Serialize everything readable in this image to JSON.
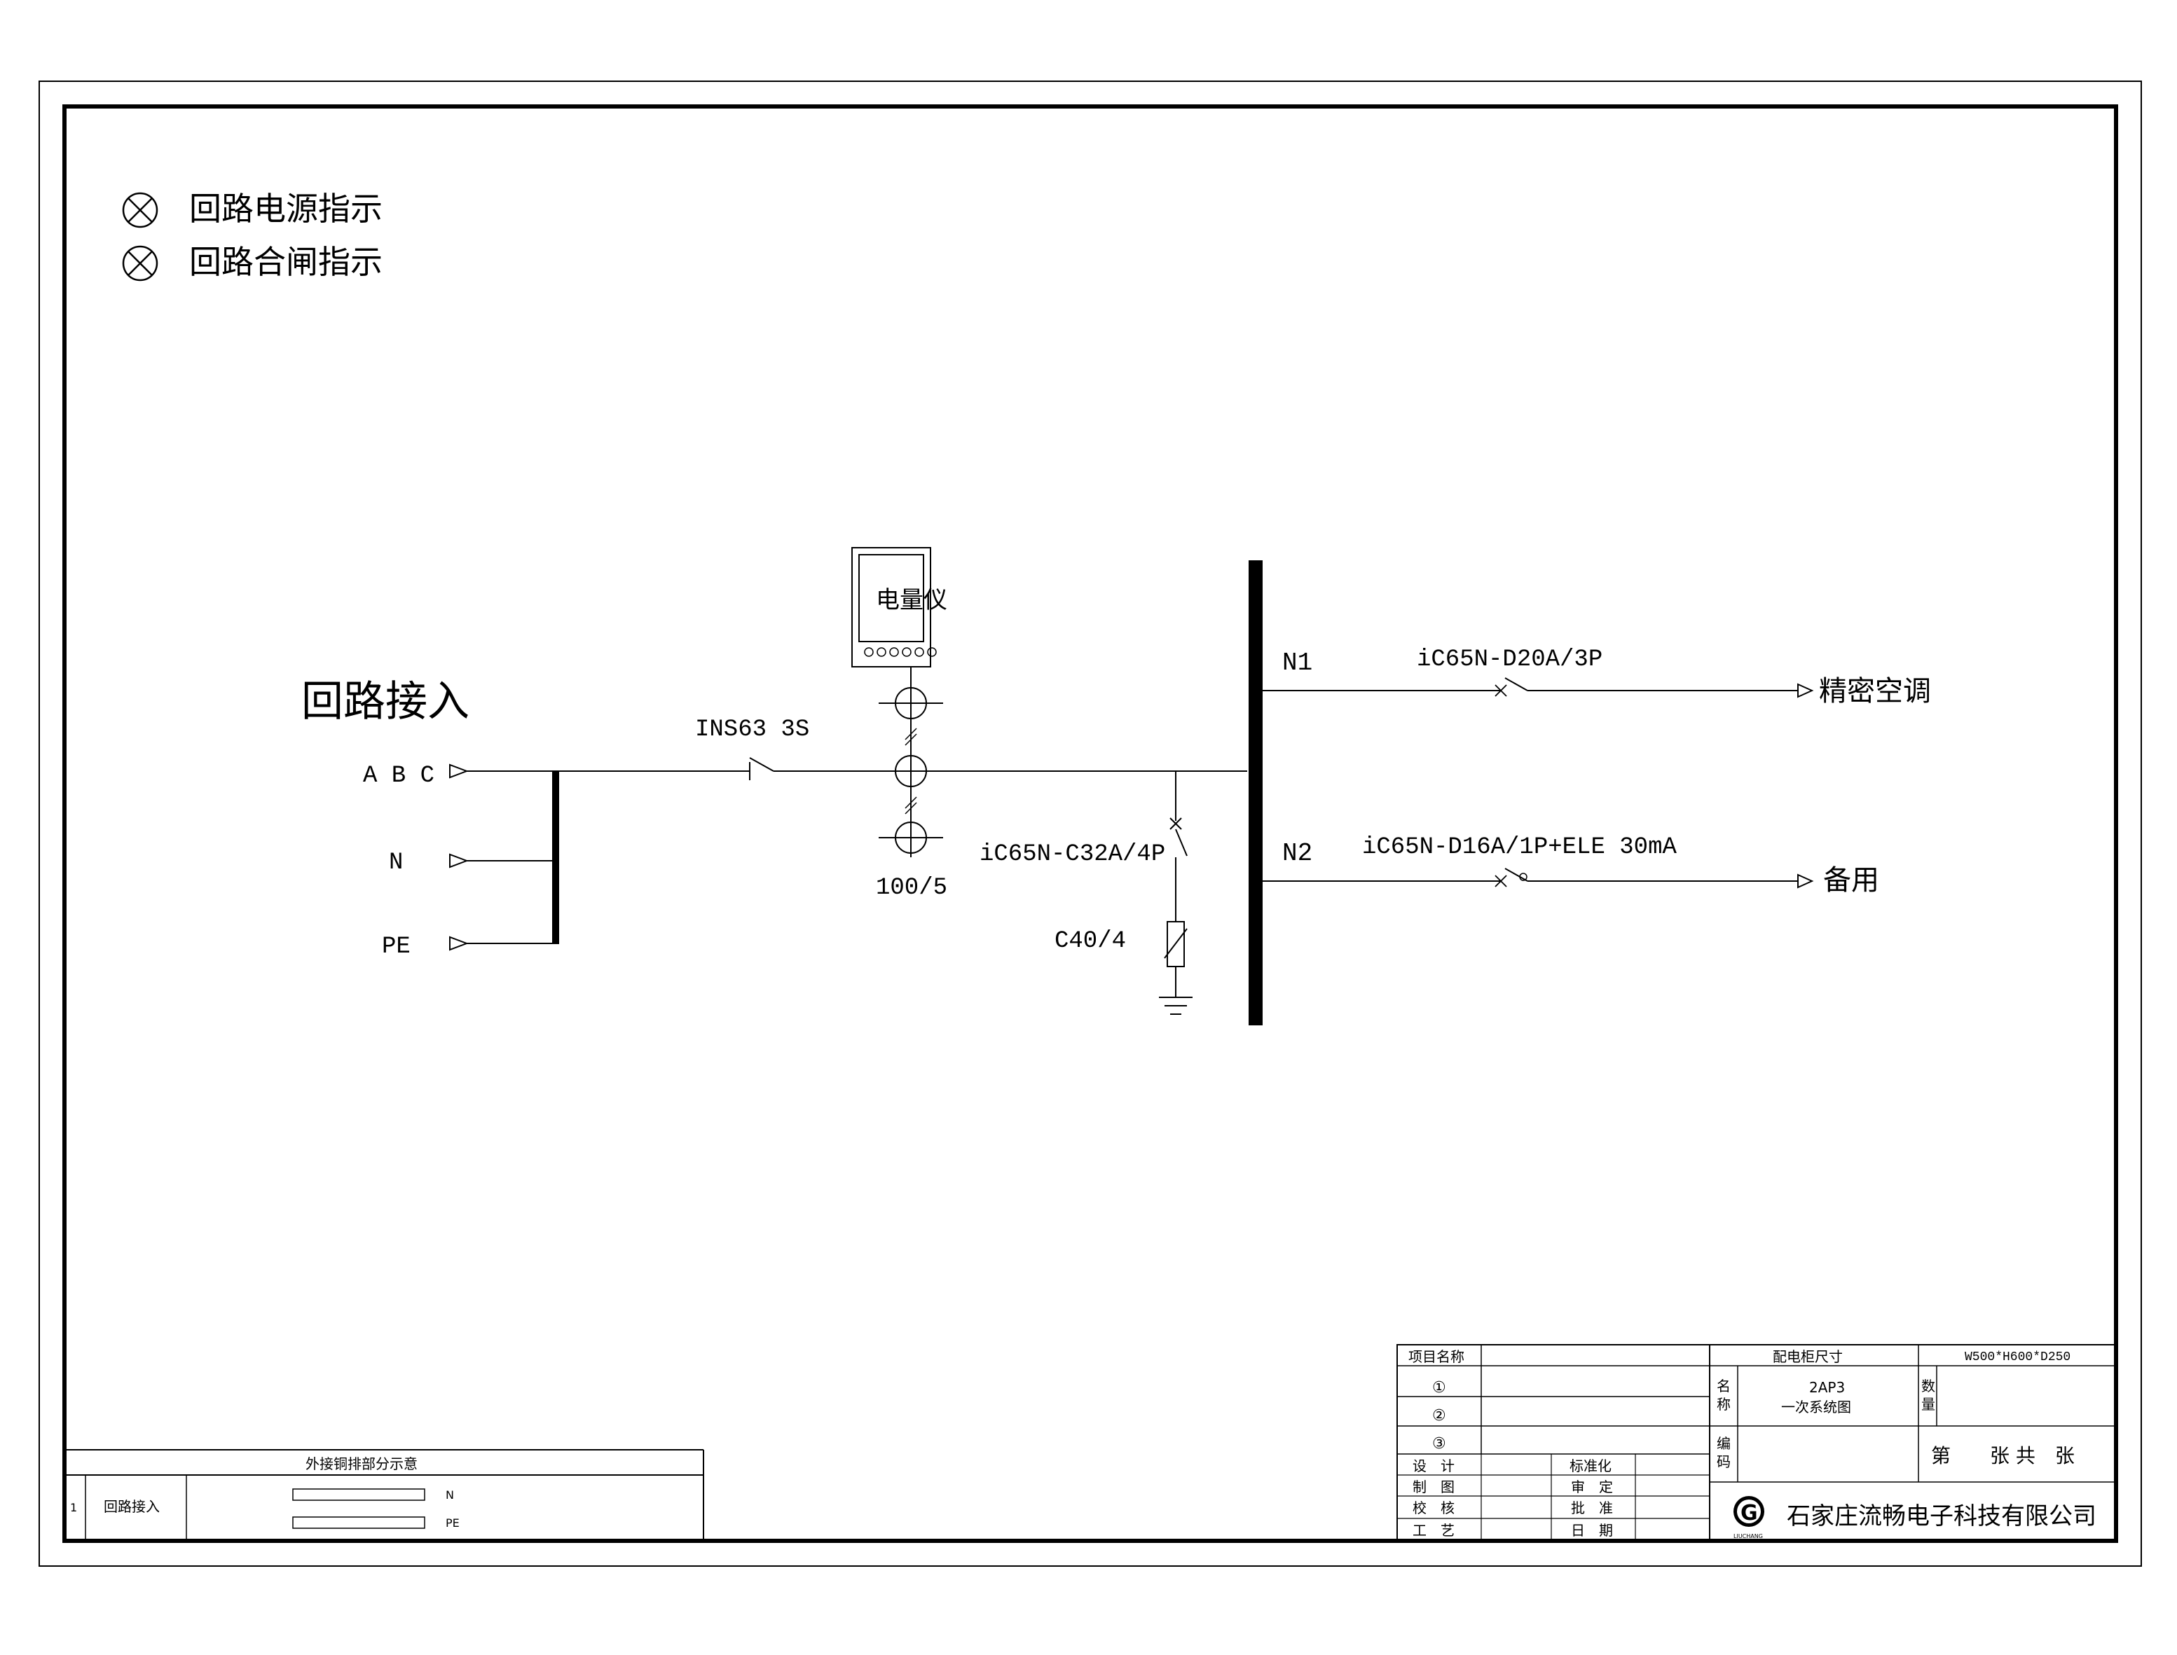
{
  "legend": {
    "items": [
      {
        "icon": "indicator-lamp-icon",
        "label": "回路电源指示"
      },
      {
        "icon": "indicator-lamp-icon",
        "label": "回路合闸指示"
      }
    ]
  },
  "circuit": {
    "title": "回路接入",
    "inputs": {
      "abc": "A B C",
      "n": "N",
      "pe": "PE"
    },
    "main_switch": "INS63 3S",
    "meter": "电量仪",
    "ct_ratio": "100/5",
    "spd_breaker": "iC65N-C32A/4P",
    "spd": "C40/4",
    "branches": [
      {
        "id": "N1",
        "breaker": "iC65N-D20A/3P",
        "load": "精密空调"
      },
      {
        "id": "N2",
        "breaker": "iC65N-D16A/1P+ELE 30mA",
        "load": "备用"
      }
    ]
  },
  "busbar_table": {
    "title": "外接铜排部分示意",
    "row_no": "1",
    "row_name": "回路接入",
    "bars": [
      "N",
      "PE"
    ]
  },
  "title_block": {
    "project_name_label": "项目名称",
    "circle_1": "①",
    "circle_2": "②",
    "circle_3": "③",
    "design": "设　计",
    "draw": "制　图",
    "check": "校　核",
    "craft": "工　艺",
    "standardize": "标准化",
    "review": "审　定",
    "approve": "批　准",
    "date": "日　期",
    "cabinet_size_label": "配电柜尺寸",
    "cabinet_size": "W500*H600*D250",
    "name_label_1": "名",
    "name_label_2": "称",
    "drawing_no": "2AP3",
    "drawing_name": "一次系统图",
    "qty_label_1": "数",
    "qty_label_2": "量",
    "code_label_1": "编",
    "code_label_2": "码",
    "sheet": "第　　张 共　张",
    "logo_letter": "G",
    "logo_caption": "LIUCHANG",
    "company": "石家庄流畅电子科技有限公司"
  }
}
